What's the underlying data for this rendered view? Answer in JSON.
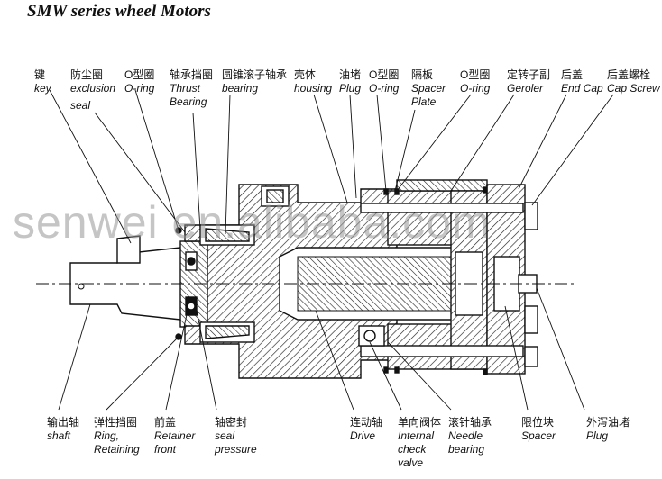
{
  "title": "SMW series wheel Motors",
  "watermark": "senwei en.alibaba.com",
  "top_labels": [
    {
      "zh": "键",
      "en": "key"
    },
    {
      "zh": "防尘圈",
      "en": "exclusion",
      "en2": "seal"
    },
    {
      "zh": "O型圈",
      "en": "O-ring"
    },
    {
      "zh": "轴承挡圈",
      "en": "Thrust",
      "en2": "Bearing"
    },
    {
      "zh": "圆锥滚子轴承",
      "en": "bearing"
    },
    {
      "zh": "壳体",
      "en": "housing"
    },
    {
      "zh": "油堵",
      "en": "Plug"
    },
    {
      "zh": "O型圈",
      "en": "O-ring"
    },
    {
      "zh": "隔板",
      "en": "Spacer",
      "en2": "Plate"
    },
    {
      "zh": "O型圈",
      "en": "O-ring"
    },
    {
      "zh": "定转子副",
      "en": "Geroler"
    },
    {
      "zh": "后盖",
      "en": "End Cap"
    },
    {
      "zh": "后盖螺栓",
      "en": "Cap Screw"
    }
  ],
  "bottom_labels": [
    {
      "zh": "输出轴",
      "en": "shaft"
    },
    {
      "zh": "弹性挡圈",
      "en": "Ring,",
      "en2": "Retaining"
    },
    {
      "zh": "前盖",
      "en": "Retainer",
      "en2": "front"
    },
    {
      "zh": "轴密封",
      "en": "seal",
      "en2": "pressure"
    },
    {
      "zh": "连动轴",
      "en": "Drive"
    },
    {
      "zh": "单向阀体",
      "en": "Internal",
      "en2": "check",
      "en3": "valve"
    },
    {
      "zh": "滚针轴承",
      "en": "Needle",
      "en2": "bearing"
    },
    {
      "zh": "限位块",
      "en": "Spacer"
    },
    {
      "zh": "外泻油堵",
      "en": "Plug"
    }
  ]
}
